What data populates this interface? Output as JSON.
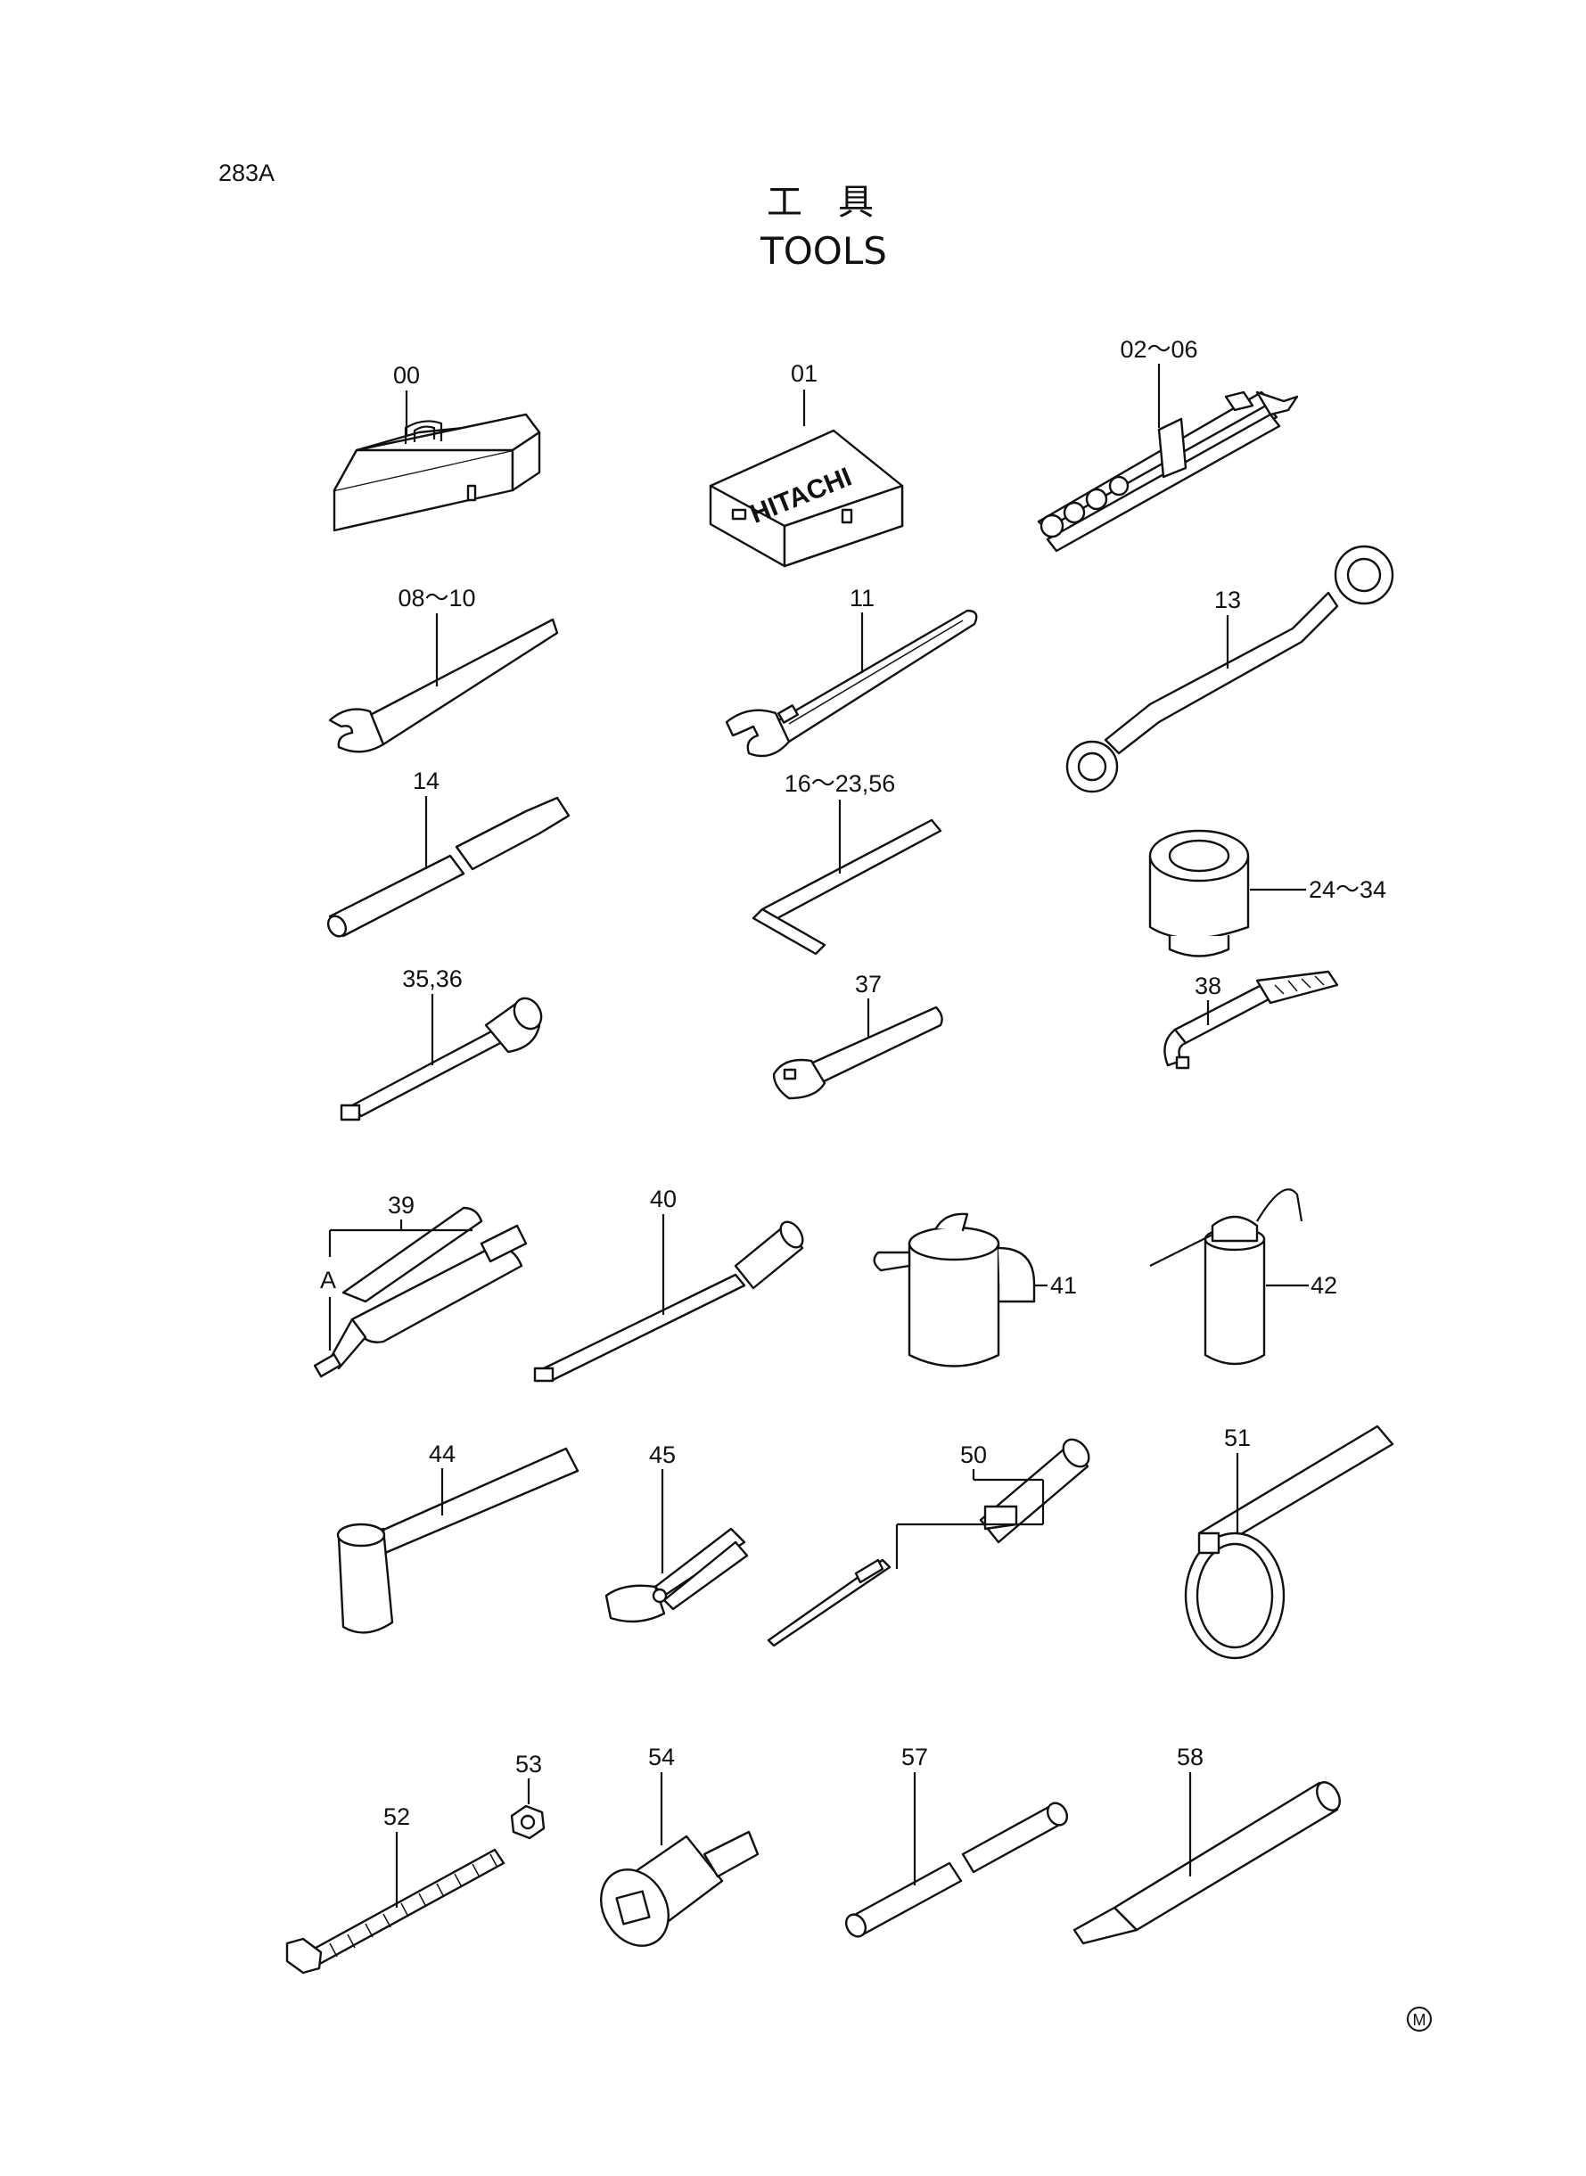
{
  "page_code": "283A",
  "title_jp": "工　具",
  "title_en": "TOOLS",
  "mark": "M",
  "callouts": {
    "toolbox_steel": "00",
    "toolbox_hitachi": "01",
    "hitachi_text": "HITACHI",
    "spanner_set": "02～06",
    "hammer_spanner": "08～10",
    "adjustable_wrench": "11",
    "offset_ring_wrench": "13",
    "bar": "14",
    "hex_key": "16～23,56",
    "socket": "24～34",
    "extension": "35,36",
    "ratchet": "37",
    "l_handle": "38",
    "grease_gun": "39",
    "grease_gun_detail": "A",
    "torque_rod": "40",
    "oil_can": "41",
    "oiler": "42",
    "hammer": "44",
    "pliers": "45",
    "screwdriver": "50",
    "filter_wrench": "51",
    "bolt": "52",
    "nut": "53",
    "adapter": "54",
    "pipe": "57",
    "chisel": "58"
  }
}
